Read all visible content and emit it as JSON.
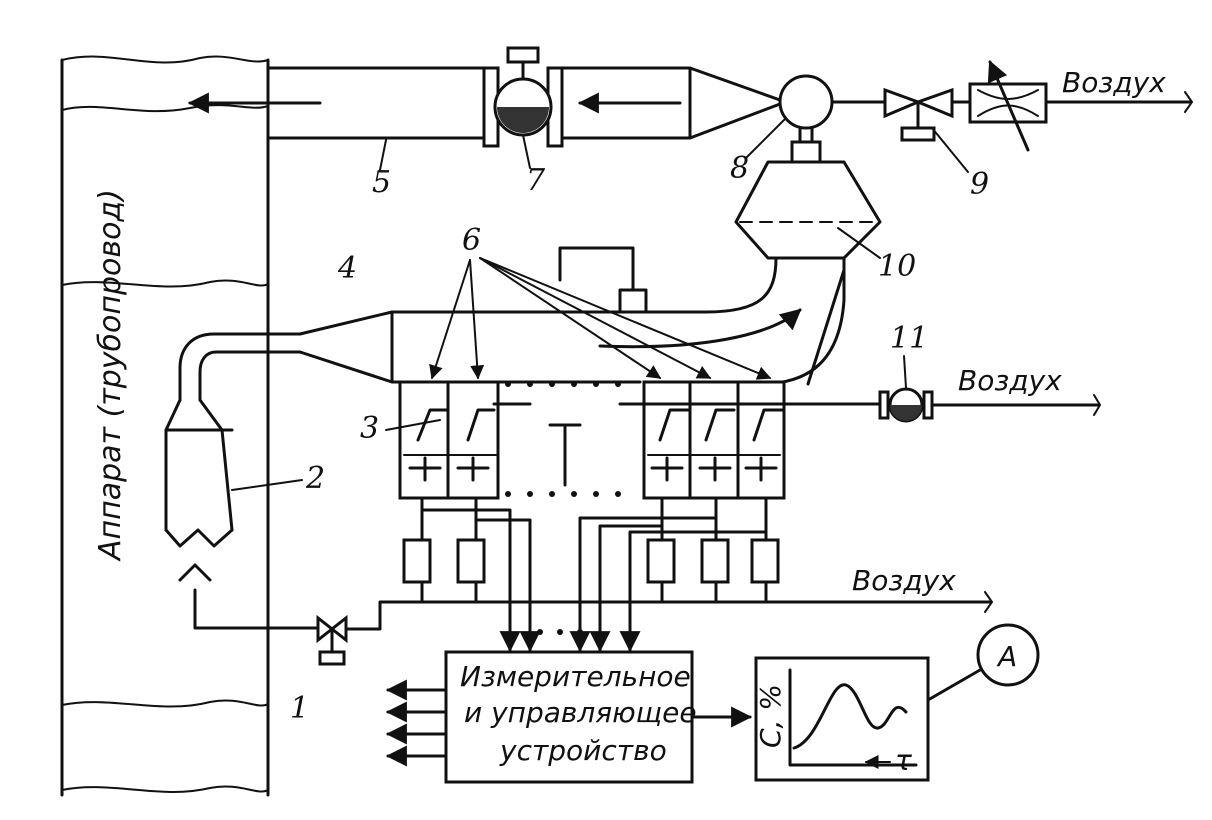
{
  "labels": {
    "apparatus": "Аппарат (трубопровод)",
    "air_top": "Воздух",
    "air_mid": "Воздух",
    "air_bottom": "Воздух",
    "device_line1": "Измерительное",
    "device_line2": "и управляющее",
    "device_line3": "устройство",
    "graph_y": "C, %",
    "graph_x": "τ",
    "recorder": "A",
    "n1": "1",
    "n2": "2",
    "n3": "3",
    "n4": "4",
    "n5": "5",
    "n6": "6",
    "n7": "7",
    "n8": "8",
    "n9": "9",
    "n10": "10",
    "n11": "11"
  }
}
